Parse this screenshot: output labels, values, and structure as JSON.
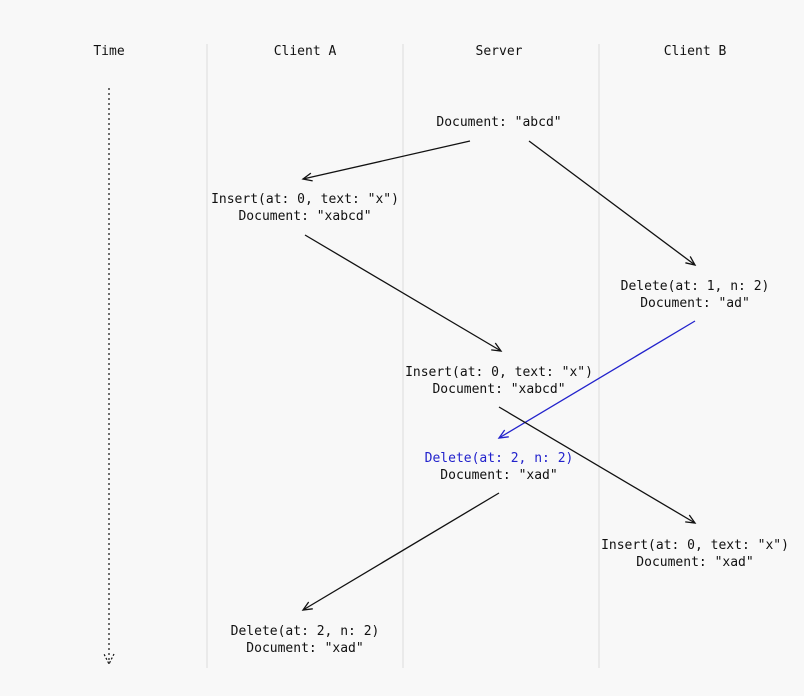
{
  "columns": {
    "time": "Time",
    "client_a": "Client A",
    "server": "Server",
    "client_b": "Client B"
  },
  "colors": {
    "lane_divider": "#dddddd",
    "arrow": "#111111",
    "transformed_arrow": "#2222cc",
    "background": "#f8f8f8"
  },
  "events": {
    "server_initial": {
      "doc": "Document: \"abcd\""
    },
    "client_a_insert": {
      "op": "Insert(at: 0, text: \"x\")",
      "doc": "Document: \"xabcd\""
    },
    "client_b_delete": {
      "op": "Delete(at: 1, n: 2)",
      "doc": "Document: \"ad\""
    },
    "server_insert": {
      "op": "Insert(at: 0, text: \"x\")",
      "doc": "Document: \"xabcd\""
    },
    "server_delete": {
      "op": "Delete(at: 2, n: 2)",
      "doc": "Document: \"xad\""
    },
    "client_b_insert": {
      "op": "Insert(at: 0, text: \"x\")",
      "doc": "Document: \"xad\""
    },
    "client_a_delete": {
      "op": "Delete(at: 2, n: 2)",
      "doc": "Document: \"xad\""
    }
  }
}
